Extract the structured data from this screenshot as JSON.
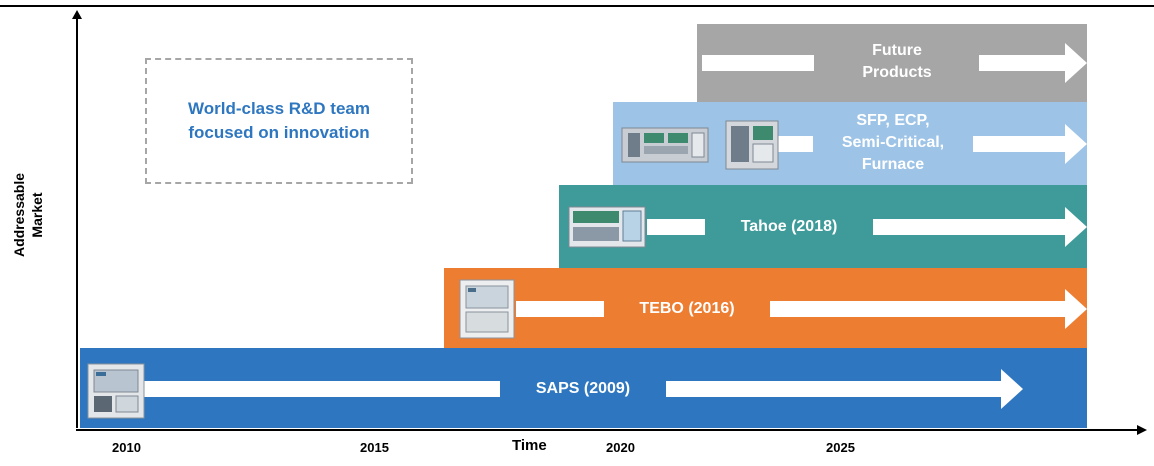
{
  "axes": {
    "y_label_lines": [
      "Addressable",
      "Market"
    ],
    "x_label": "Time",
    "ticks": [
      "2010",
      "2015",
      "2020",
      "2025"
    ]
  },
  "callout": {
    "lines": [
      "World-class R&D team",
      "focused on innovation"
    ]
  },
  "bands": {
    "saps": {
      "label": "SAPS (2009)",
      "color": "#2e77c0"
    },
    "tebo": {
      "label": "TEBO (2016)",
      "color": "#ed7d31"
    },
    "tahoe": {
      "label": "Tahoe (2018)",
      "color": "#3f9a9a"
    },
    "sfp": {
      "lines": [
        "SFP, ECP,",
        "Semi-Critical,",
        "Furnace"
      ],
      "color": "#9dc3e6"
    },
    "future": {
      "lines": [
        "Future",
        "Products"
      ],
      "color": "#a6a6a6"
    }
  },
  "icons": {
    "saps": "saps-tool-image",
    "tebo": "tebo-tool-image",
    "tahoe": "tahoe-tool-image",
    "sfp_1": "sfp-tool-image",
    "sfp_2": "ecp-tool-image"
  }
}
